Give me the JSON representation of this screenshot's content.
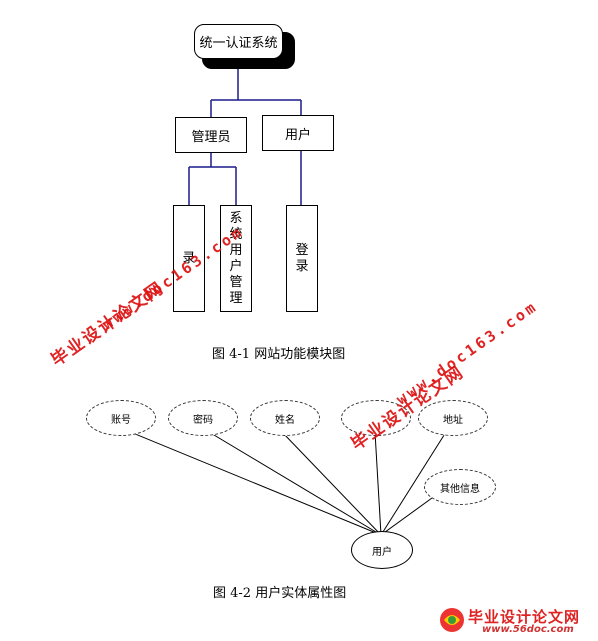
{
  "fig1": {
    "root": "统一认证系统",
    "admin": "管理员",
    "user": "用户",
    "admin_children": [
      "录",
      "系统用户管理"
    ],
    "user_children": [
      "登录"
    ],
    "caption": "图 4-1  网站功能模块图"
  },
  "fig2": {
    "attributes": [
      "账号",
      "密码",
      "姓名",
      "",
      "地址",
      "其他信息"
    ],
    "entity": "用户",
    "caption": "图 4-2 用户实体属性图"
  },
  "watermarks": {
    "cn": "毕业设计论文网",
    "url": "www.doc163.com",
    "bottom_cn": "毕业设计论文网",
    "bottom_url": "www.56doc.com"
  },
  "colors": {
    "connector_blue": "#1a1a8c",
    "watermark_red": "#dd1111"
  }
}
